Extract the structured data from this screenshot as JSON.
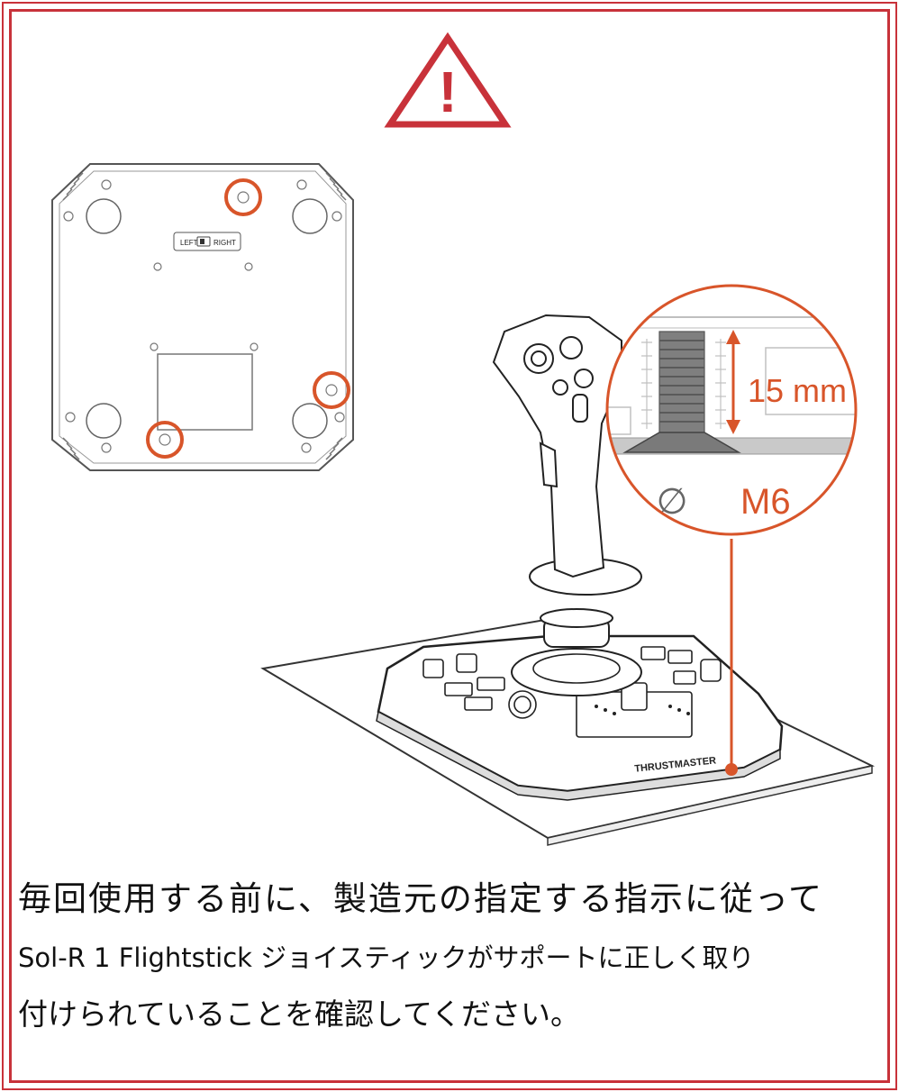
{
  "notice": {
    "line1": "毎回使用する前に、製造元の指定する指示に従って",
    "line2": "Sol-R 1 Flightstick ジョイスティックがサポートに正しく取り",
    "line3": "付けられていることを確認してください。"
  },
  "switch_label_left": "LEFT",
  "switch_label_right": "RIGHT",
  "dimension_label": "15 mm",
  "diameter_symbol": "∅",
  "screw_size_label": "M6",
  "brand_text": "THRUSTMASTER",
  "warning_glyph": "!",
  "colors": {
    "frame": "#c8323a",
    "accent_orange": "#d8552a",
    "line_art": "#2a2a2a",
    "text": "#111111"
  },
  "icons": [
    "warning-triangle-icon",
    "diameter-icon"
  ]
}
